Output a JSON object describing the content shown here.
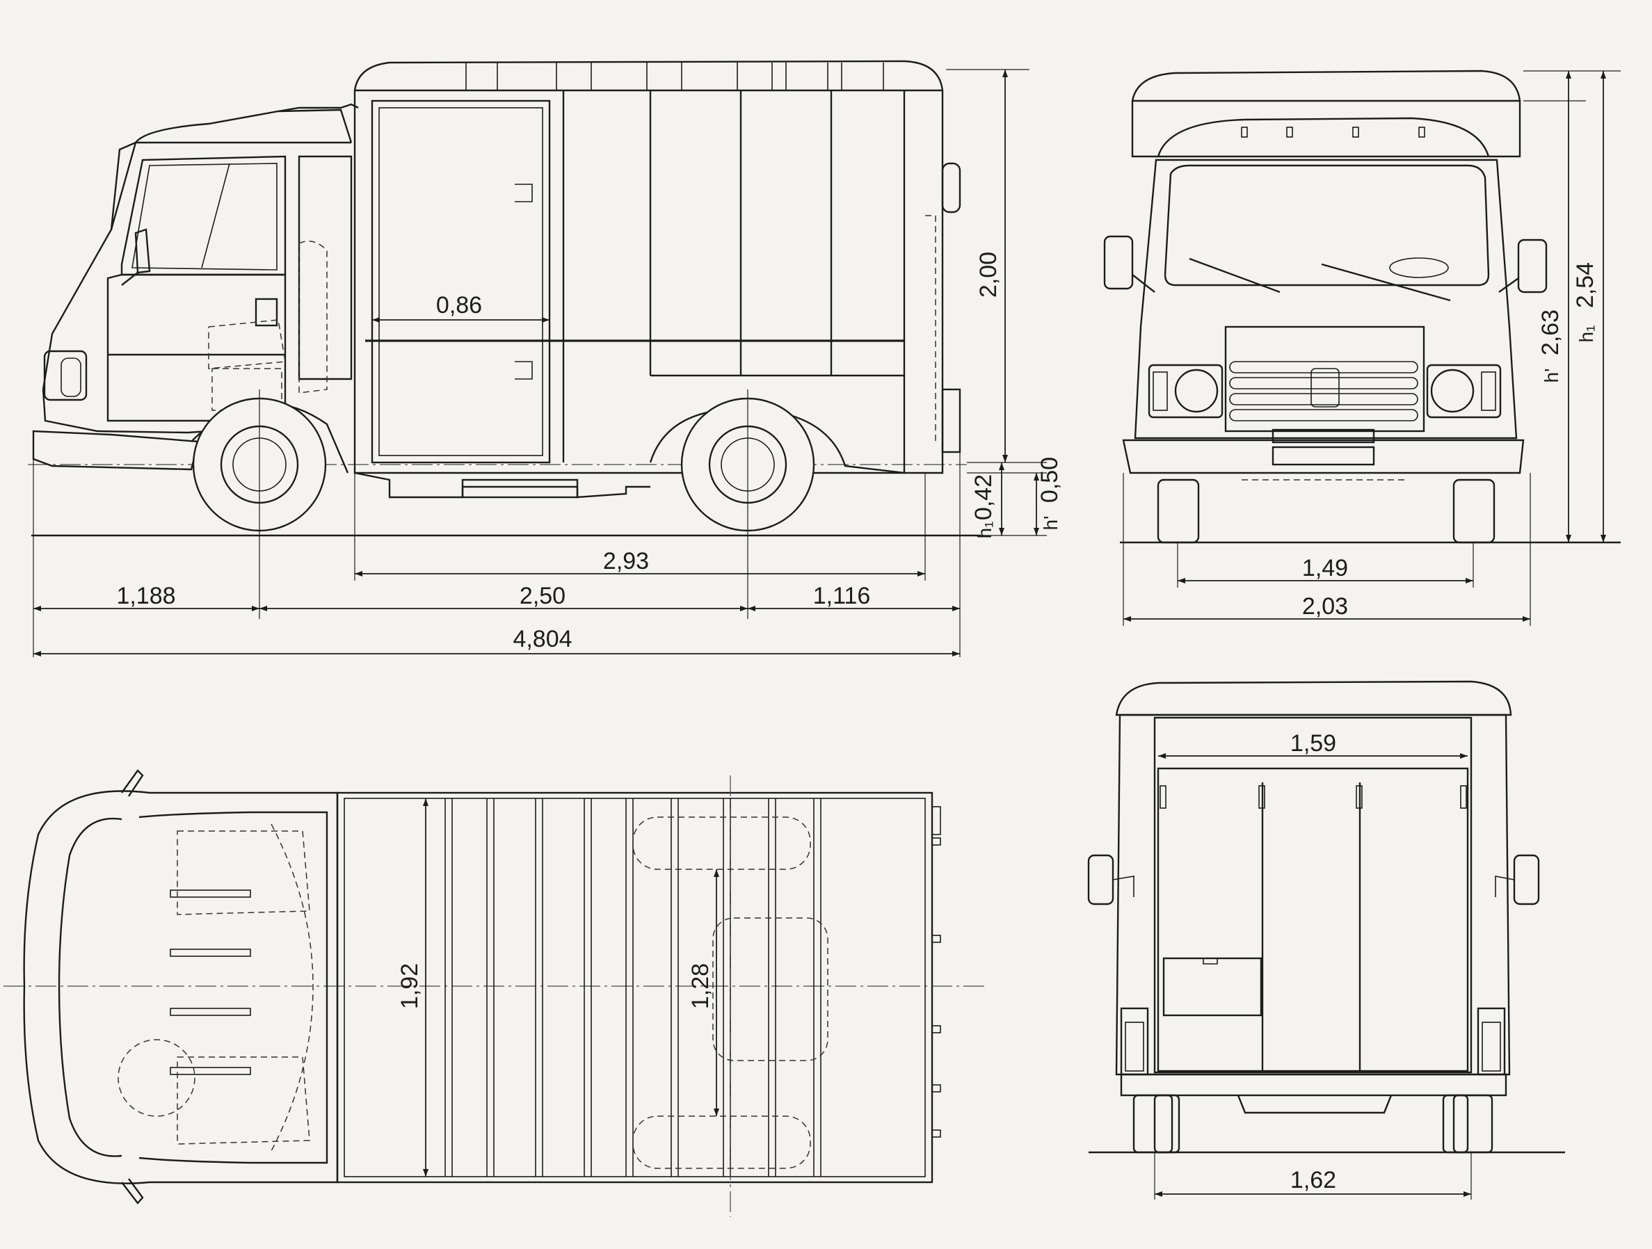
{
  "dimensions": {
    "side": {
      "overall_length": "4,804",
      "front_overhang": "1,188",
      "wheelbase": "2,50",
      "rear_overhang": "1,116",
      "body_length": "2,93",
      "door_width": "0,86",
      "body_height": "2,00",
      "floor_height_empty": "0,42",
      "floor_height_loaded": "0,50",
      "label_h_loaded": "h'",
      "label_h_empty": "h₁"
    },
    "front": {
      "front_track": "1,49",
      "overall_width": "2,03",
      "height_empty": "2,63",
      "height_loaded": "2,54",
      "label_h_empty": "h'",
      "label_h_loaded": "h₁"
    },
    "top": {
      "interior_width": "1,92",
      "between_wheel_arches": "1,28"
    },
    "rear": {
      "door_opening_width": "1,59",
      "rear_track": "1,62"
    }
  },
  "colors": {
    "paper": "#f4f3ef",
    "ink": "#1c1c1c"
  }
}
